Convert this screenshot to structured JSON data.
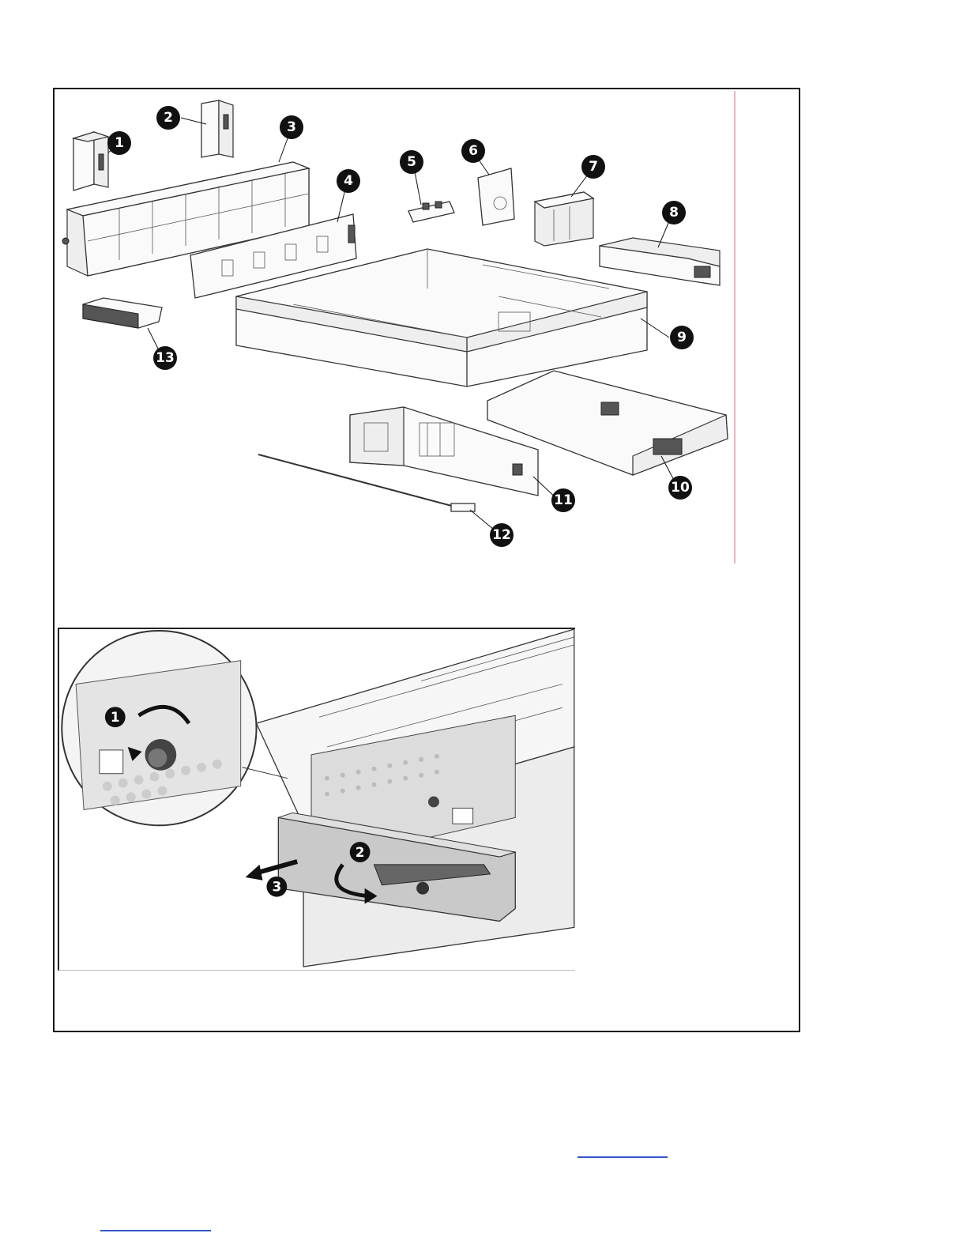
{
  "figure1": {
    "callouts": [
      "1",
      "2",
      "3",
      "4",
      "5",
      "6",
      "7",
      "8",
      "9",
      "10",
      "11",
      "12",
      "13"
    ]
  },
  "figure2": {
    "callouts": [
      "1",
      "2",
      "3"
    ]
  },
  "links": [
    "",
    ""
  ]
}
